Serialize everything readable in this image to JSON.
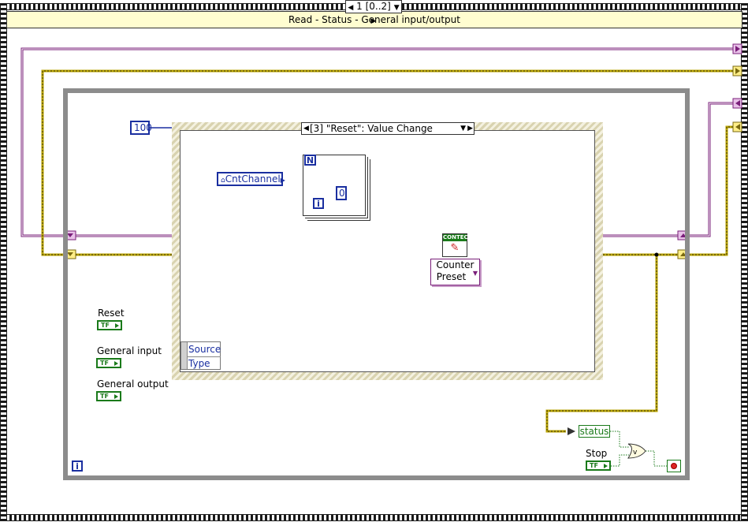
{
  "sequence": {
    "case_label": "1 [0..2]",
    "frame_title": "Read - Status - General input/output"
  },
  "timeout_constant": "100",
  "event_case": {
    "selector_label": "[3] \"Reset\": Value Change"
  },
  "for_loop": {
    "count_terminal": "N",
    "iteration_terminal": "i"
  },
  "cnt_channel_label": "CntChannel",
  "zero_constant": "0",
  "conte_node_label": "CONTEC",
  "counter_preset": {
    "line1": "Counter",
    "line2": "Preset"
  },
  "event_data": {
    "source": "Source",
    "type": "Type"
  },
  "controls": {
    "reset": "Reset",
    "general_input": "General input",
    "general_output": "General output",
    "stop": "Stop",
    "bool_glyph": "TF"
  },
  "status_label": "status",
  "while_iteration": "i",
  "wire_colors": {
    "refnum": "#7a1f7a",
    "error": "#b8a300",
    "numeric": "#1a2fa0",
    "boolean": "#1a7a1a",
    "cluster": "#a0522d"
  }
}
